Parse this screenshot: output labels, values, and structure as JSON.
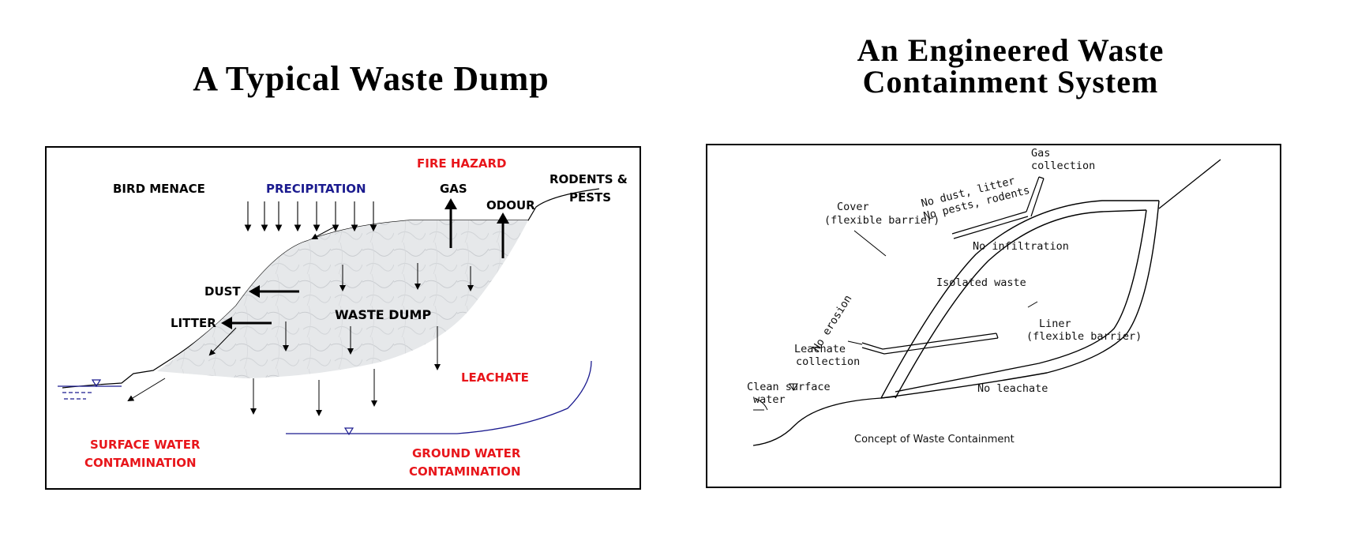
{
  "left": {
    "title": "A Typical Waste Dump",
    "labels": {
      "bird_menace": "BIRD MENACE",
      "precipitation": "PRECIPITATION",
      "fire_hazard": "FIRE HAZARD",
      "gas": "GAS",
      "odour": "ODOUR",
      "rodents_1": "RODENTS &",
      "rodents_2": "PESTS",
      "dust": "DUST",
      "litter": "LITTER",
      "waste_dump": "WASTE DUMP",
      "leachate": "LEACHATE",
      "surface_1": "SURFACE WATER",
      "surface_2": "CONTAMINATION",
      "ground_1": "GROUND WATER",
      "ground_2": "CONTAMINATION"
    }
  },
  "right": {
    "title_line1": "An Engineered Waste",
    "title_line2": "Containment System",
    "labels": {
      "gas_1": "Gas",
      "gas_2": "collection",
      "no_dust": "No dust, litter",
      "no_pests": "No pests, rodents",
      "cover_1": "Cover",
      "cover_2": "(flexible barrier)",
      "no_infiltration": "No infiltration",
      "isolated": "Isolated waste",
      "no_erosion": "No erosion",
      "liner_1": "Liner",
      "liner_2": "(flexible barrier)",
      "leachate_1": "Leachate",
      "leachate_2": "collection",
      "clean_1": "Clean surface",
      "clean_2": "water",
      "no_leachate": "No leachate",
      "caption": "Concept of Waste Containment"
    }
  },
  "colors": {
    "red": "#e8161b",
    "blue": "#1b1b8f",
    "black": "#000000"
  }
}
